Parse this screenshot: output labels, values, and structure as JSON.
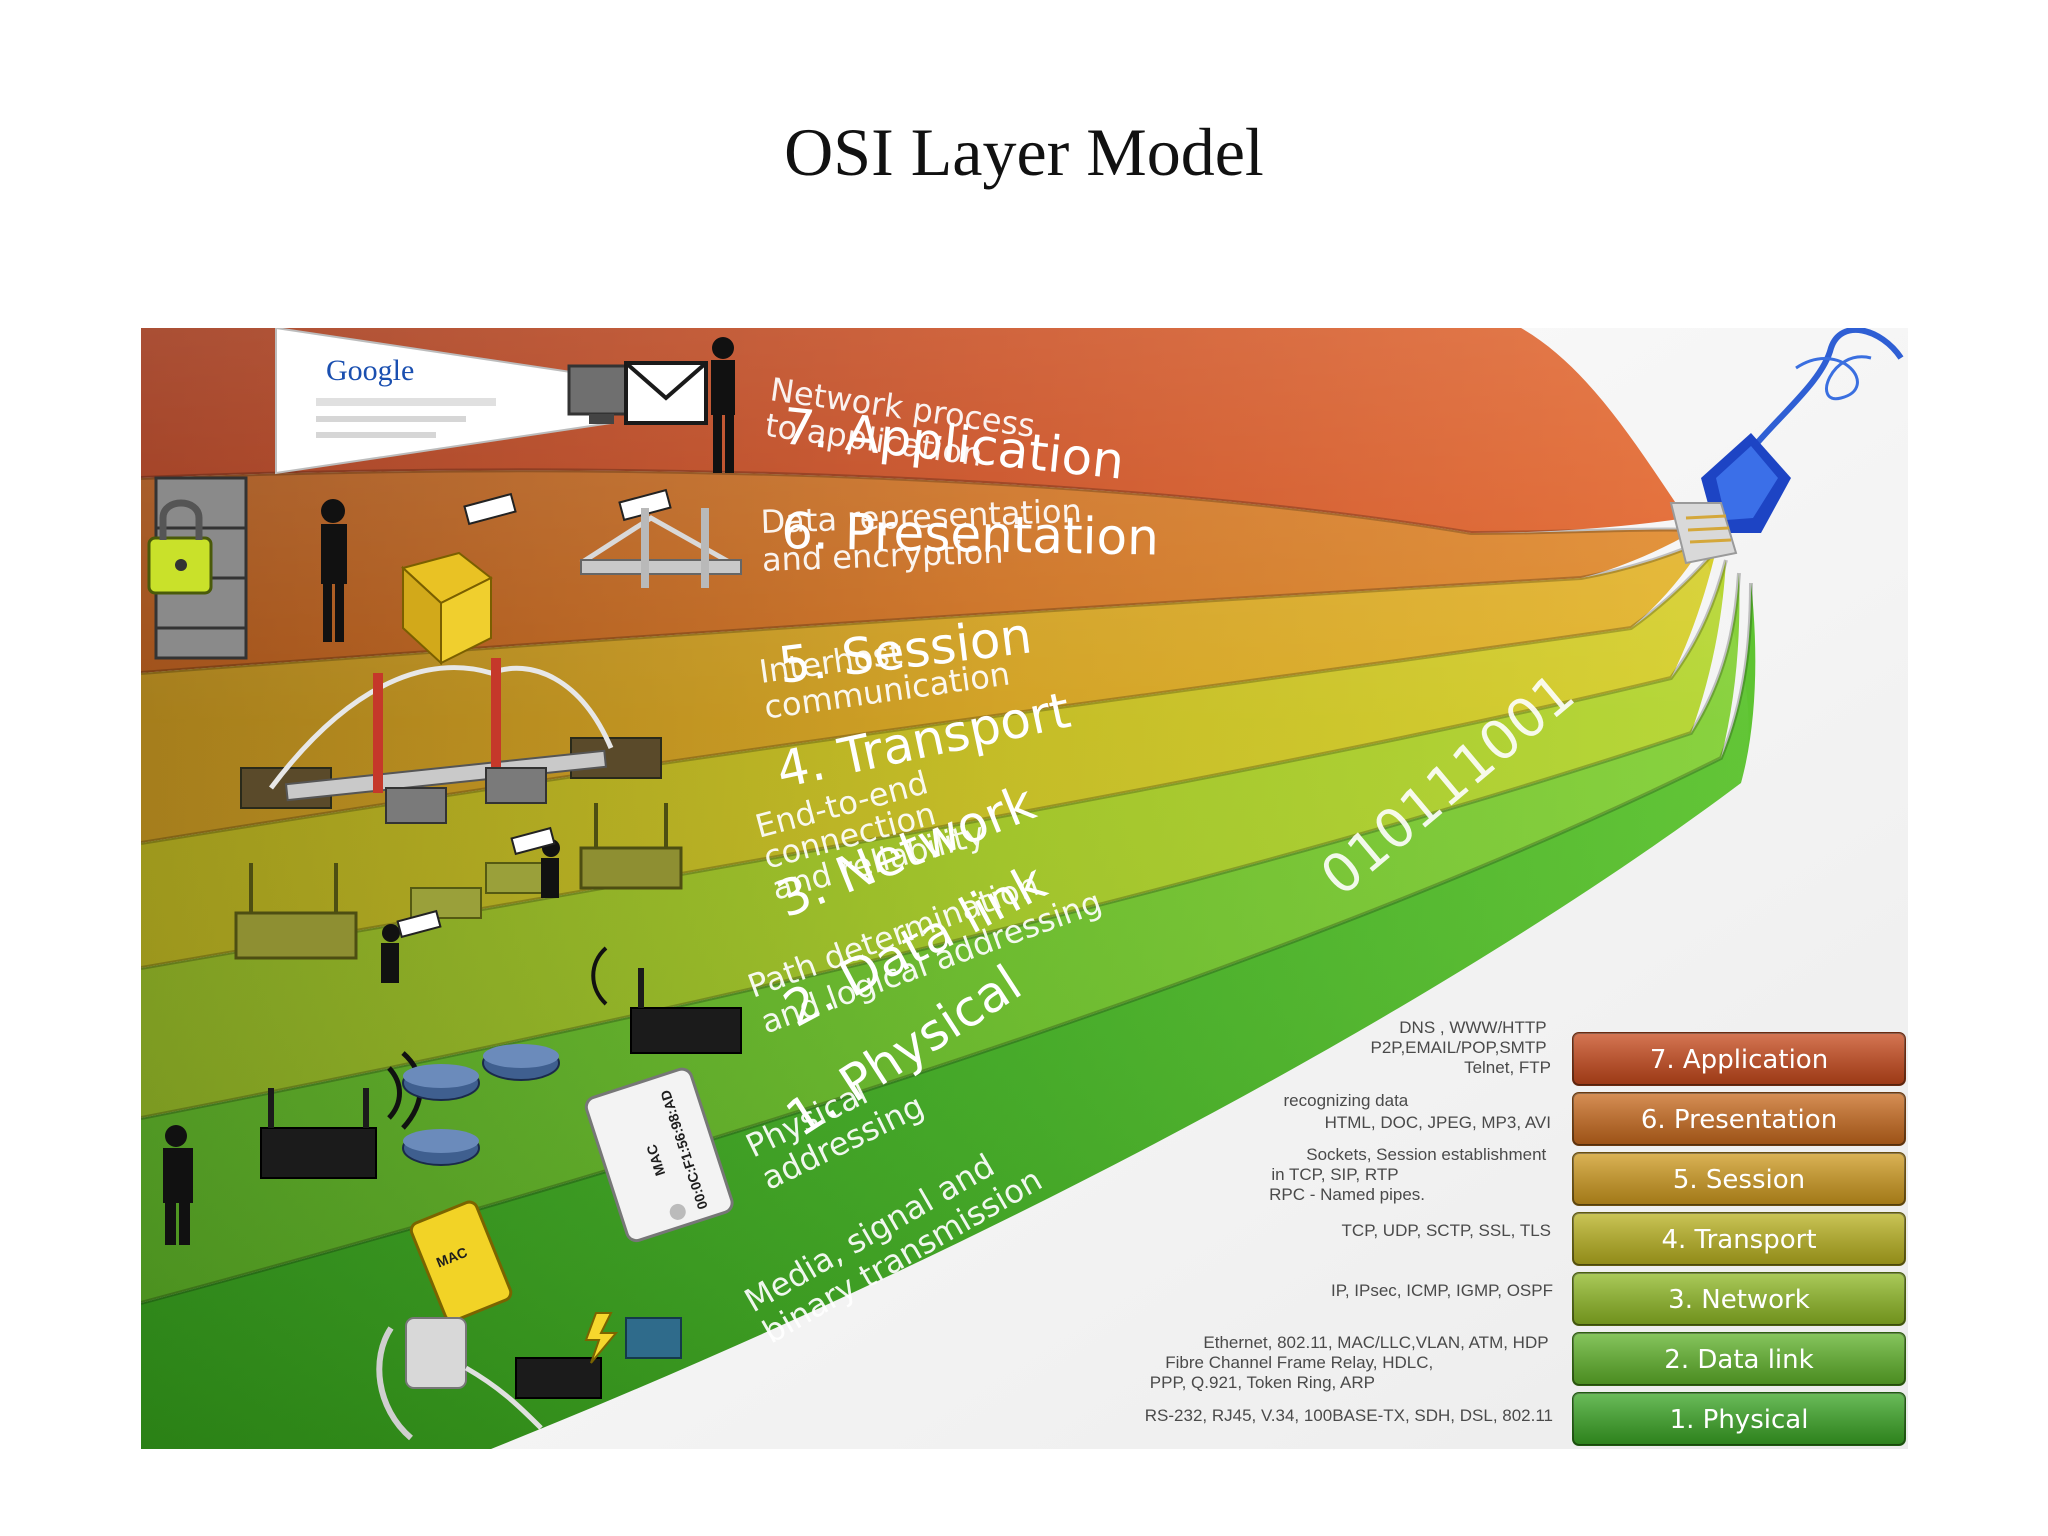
{
  "title": "OSI Layer Model",
  "layers": [
    {
      "name": "7. Application",
      "desc": [
        "Network process",
        "to application"
      ],
      "protocols": [
        "DNS , WWW/HTTP",
        "P2P,EMAIL/POP,SMTP",
        "Telnet, FTP"
      ],
      "legend": "7. Application",
      "color": "#c8491b"
    },
    {
      "name": "6. Presentation",
      "desc": [
        "Data representation",
        "and encryption"
      ],
      "protocols": [
        "recognizing data",
        "HTML, DOC, JPEG, MP3, AVI"
      ],
      "legend": "6. Presentation",
      "color": "#c96a1d"
    },
    {
      "name": "5. Session",
      "desc": [
        "Interhost",
        "communication"
      ],
      "protocols": [
        "Sockets, Session establishment",
        "in TCP, SIP, RTP",
        "RPC - Named pipes."
      ],
      "legend": "5. Session",
      "color": "#cf9a1e"
    },
    {
      "name": "4. Transport",
      "desc": [
        "End-to-end",
        "connection",
        "and reliability"
      ],
      "protocols": [
        "TCP, UDP, SCTP, SSL, TLS"
      ],
      "legend": "4. Transport",
      "color": "#b9b21f"
    },
    {
      "name": "3. Network",
      "desc": [
        "Path determination",
        "and logical addressing"
      ],
      "protocols": [
        "IP, IPsec, ICMP, IGMP, OSPF"
      ],
      "legend": "3. Network",
      "color": "#8fb924"
    },
    {
      "name": "2. Data link",
      "desc": [
        "Physical",
        "addressing"
      ],
      "protocols": [
        "Ethernet, 802.11, MAC/LLC,VLAN, ATM, HDP",
        "Fibre Channel Frame Relay, HDLC,",
        "PPP, Q.921, Token Ring, ARP"
      ],
      "legend": "2. Data link",
      "color": "#5fb329"
    },
    {
      "name": "1. Physical",
      "desc": [
        "Media, signal and",
        "binary transmission"
      ],
      "protocols": [
        "RS-232, RJ45, V.34, 100BASE-TX, SDH, DSL, 802.11"
      ],
      "legend": "1. Physical",
      "color": "#3aa624"
    }
  ],
  "binary_text": "010111001",
  "illustration_labels": {
    "google": "Google",
    "mac_tag": "MAC",
    "mac_address": "00:0C:F1:56:98:AD",
    "mac_tag_small": "MAC"
  }
}
